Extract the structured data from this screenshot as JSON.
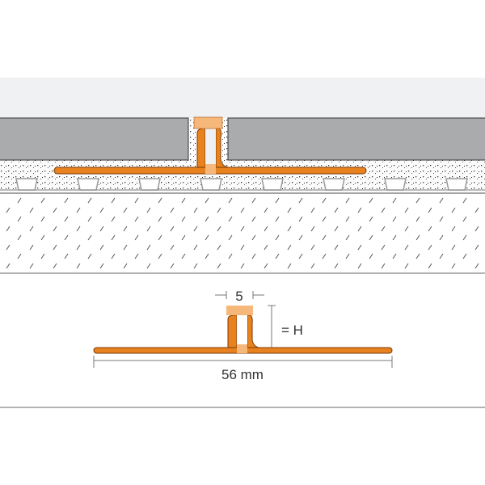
{
  "colors": {
    "profile": "#e8821e",
    "profile_outline": "#7a3a08",
    "cap": "#f5b87a",
    "tile": "#a9abad",
    "surface": "#f0f1f2",
    "line": "#888888"
  },
  "detail": {
    "width_label": "5",
    "height_label": "= H",
    "length_label": "56 mm"
  }
}
